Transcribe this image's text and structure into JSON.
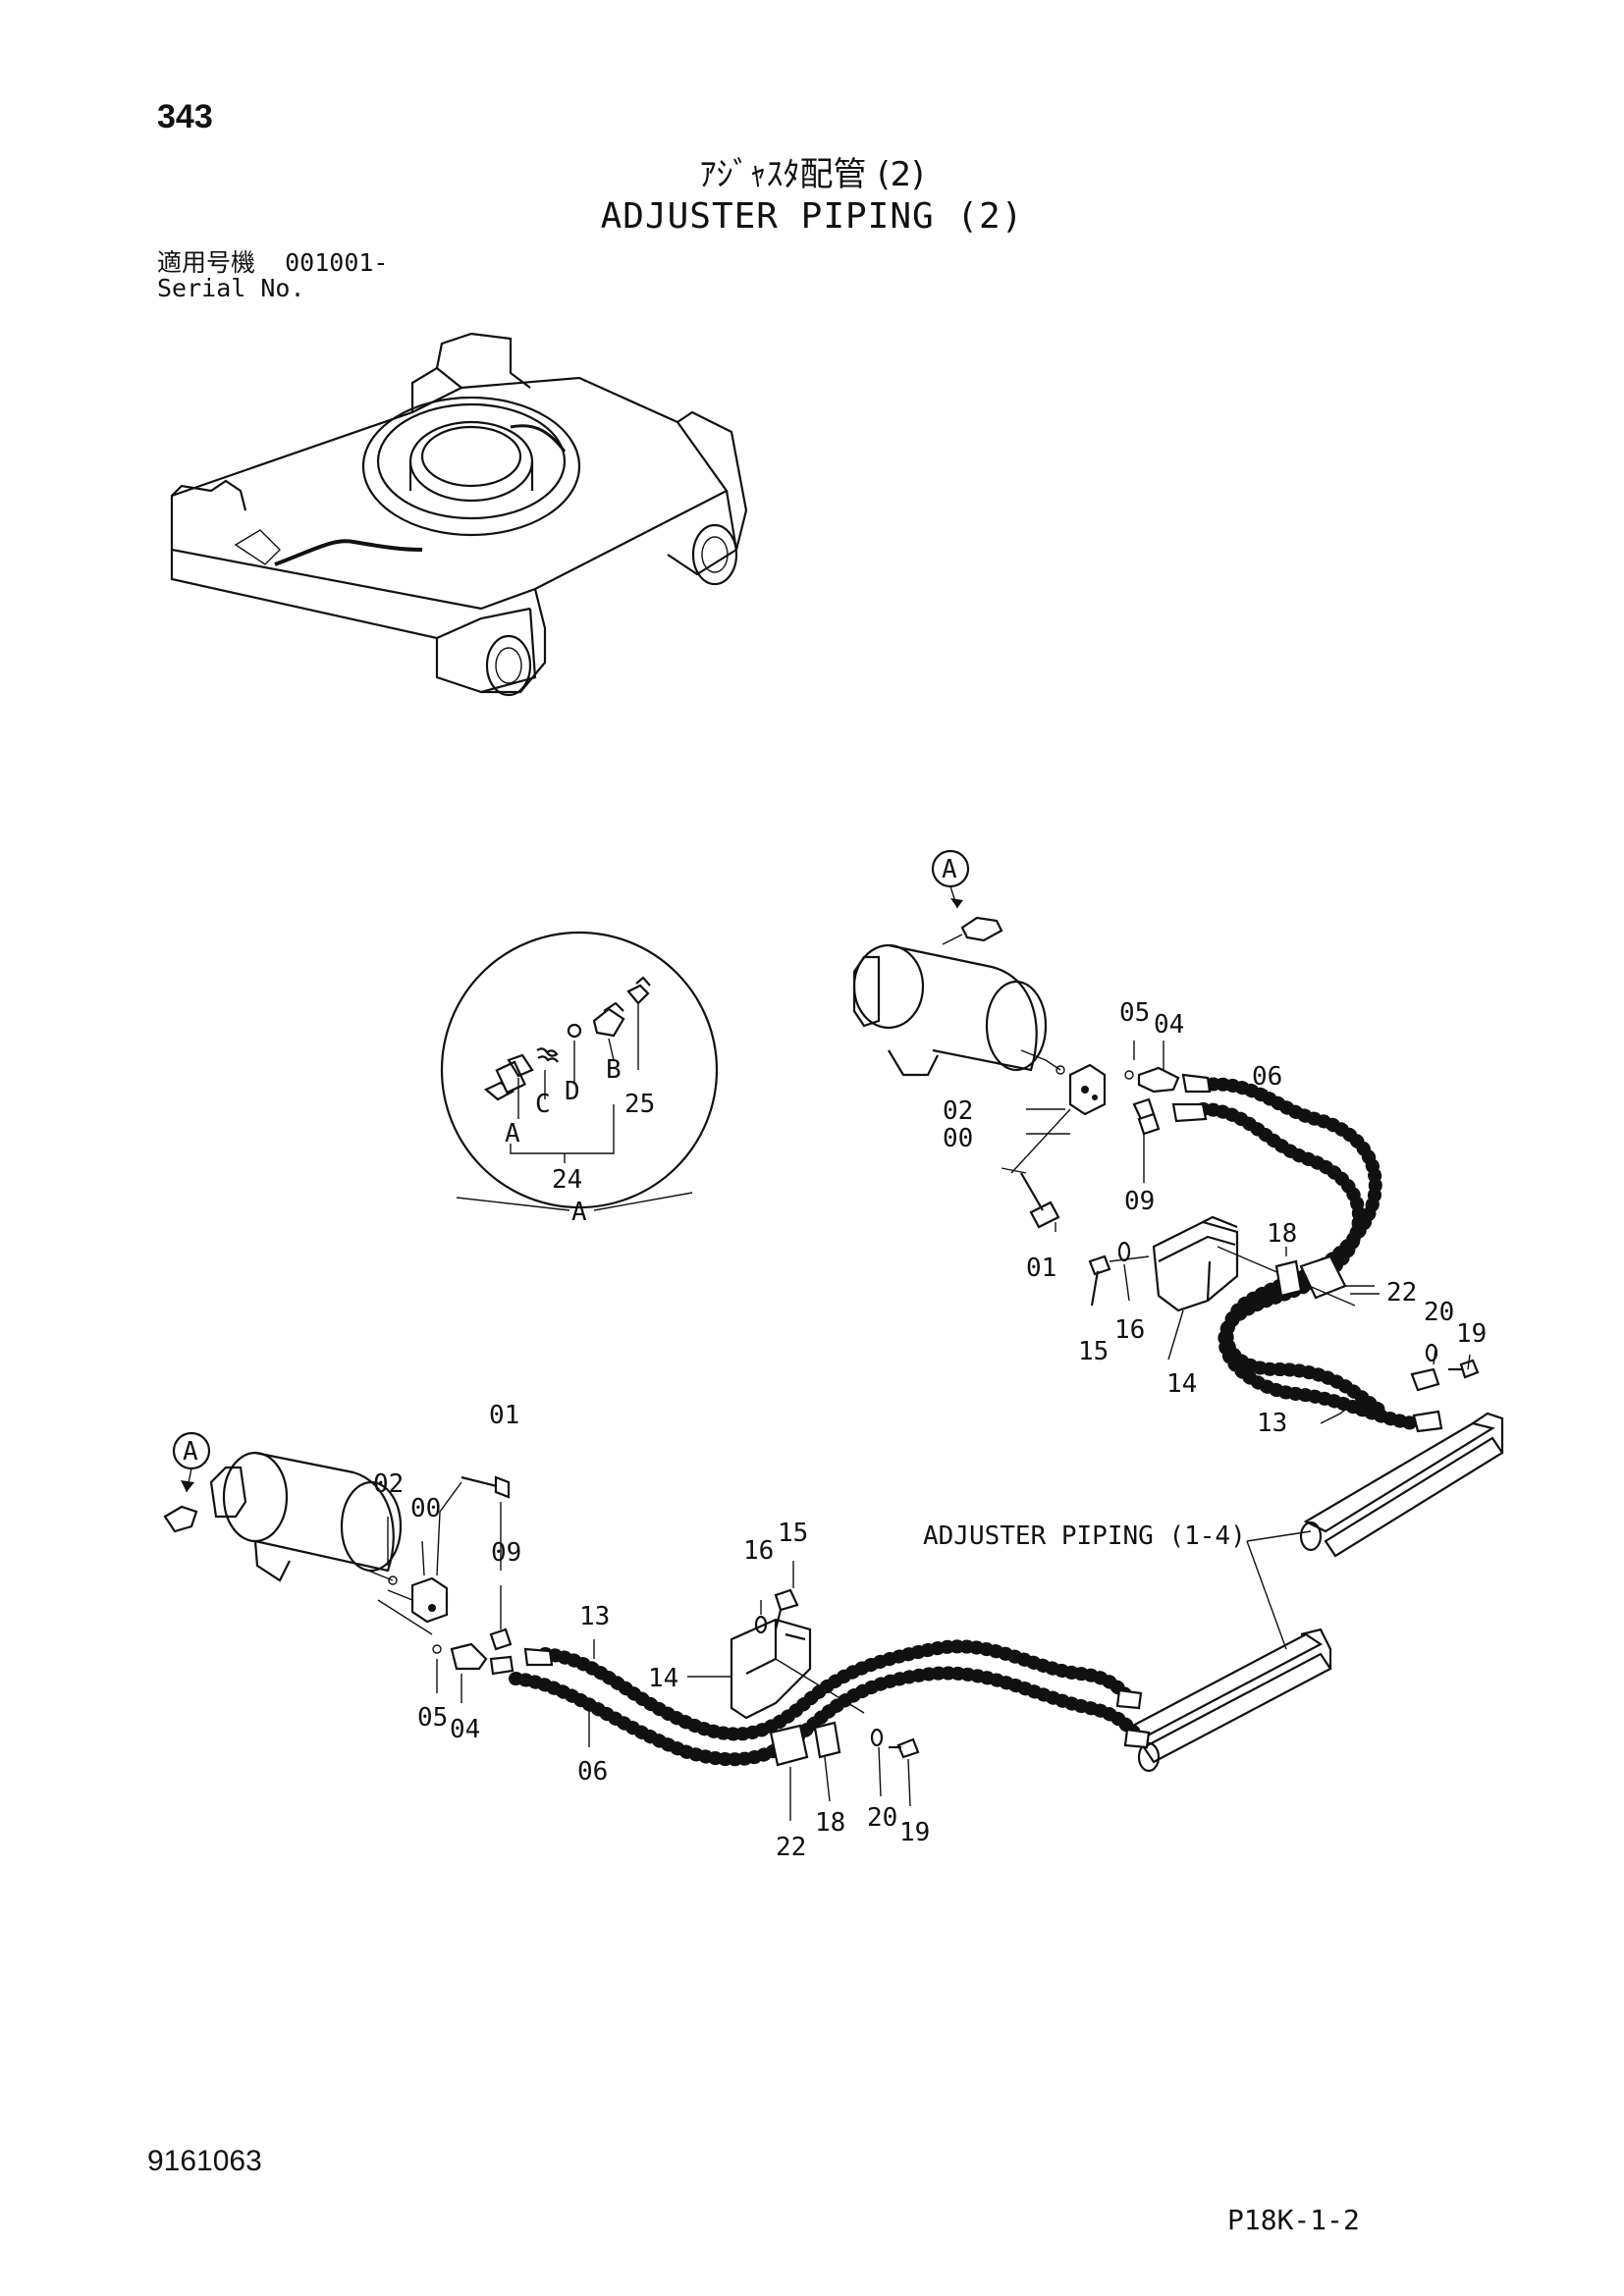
{
  "header": {
    "page_number": "343",
    "title_jp": "ｱｼﾞｬｽﾀ配管 (2)",
    "title_en": "ADJUSTER PIPING (2)",
    "serial_label_jp": "適用号機",
    "serial_value": "001001-",
    "serial_label_en": "Serial No."
  },
  "footer": {
    "document_number": "9161063",
    "page_reference": "P18K-1-2"
  },
  "callouts": {
    "detail_marker": "A",
    "detail_a": [
      "A",
      "C",
      "D",
      "B",
      "24",
      "25",
      "A"
    ],
    "upper_assembly": [
      "05",
      "04",
      "06",
      "02",
      "00",
      "09",
      "01",
      "18",
      "22",
      "20",
      "19",
      "15",
      "16",
      "14",
      "13"
    ],
    "lower_assembly": [
      "01",
      "02",
      "00",
      "09",
      "13",
      "16",
      "15",
      "14",
      "05",
      "04",
      "06",
      "22",
      "18",
      "20",
      "19"
    ],
    "reference_note": "ADJUSTER PIPING (1-4)"
  }
}
